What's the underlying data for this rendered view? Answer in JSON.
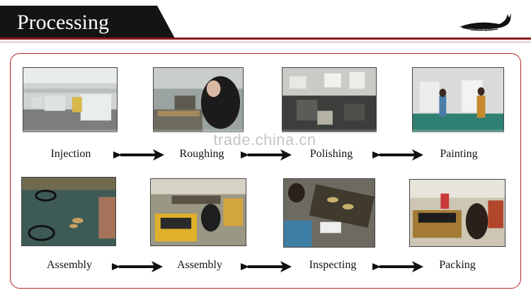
{
  "header": {
    "title": "Processing"
  },
  "logo": {
    "text": "LAZY CAT"
  },
  "watermark": "trade.china.cn",
  "steps_row1": [
    {
      "label": "Injection",
      "photo": "injection-molding-photo"
    },
    {
      "label": "Roughing",
      "photo": "roughing-photo"
    },
    {
      "label": "Polishing",
      "photo": "polishing-photo"
    },
    {
      "label": "Painting",
      "photo": "painting-photo"
    }
  ],
  "steps_row2": [
    {
      "label": "Assembly",
      "photo": "assembly-photo-1"
    },
    {
      "label": "Assembly",
      "photo": "assembly-photo-2"
    },
    {
      "label": "Inspecting",
      "photo": "inspecting-photo"
    },
    {
      "label": "Packing",
      "photo": "packing-photo"
    }
  ],
  "colors": {
    "header_bg": "#141414",
    "accent_red": "#8b1a1a",
    "frame_border": "#b32424"
  }
}
